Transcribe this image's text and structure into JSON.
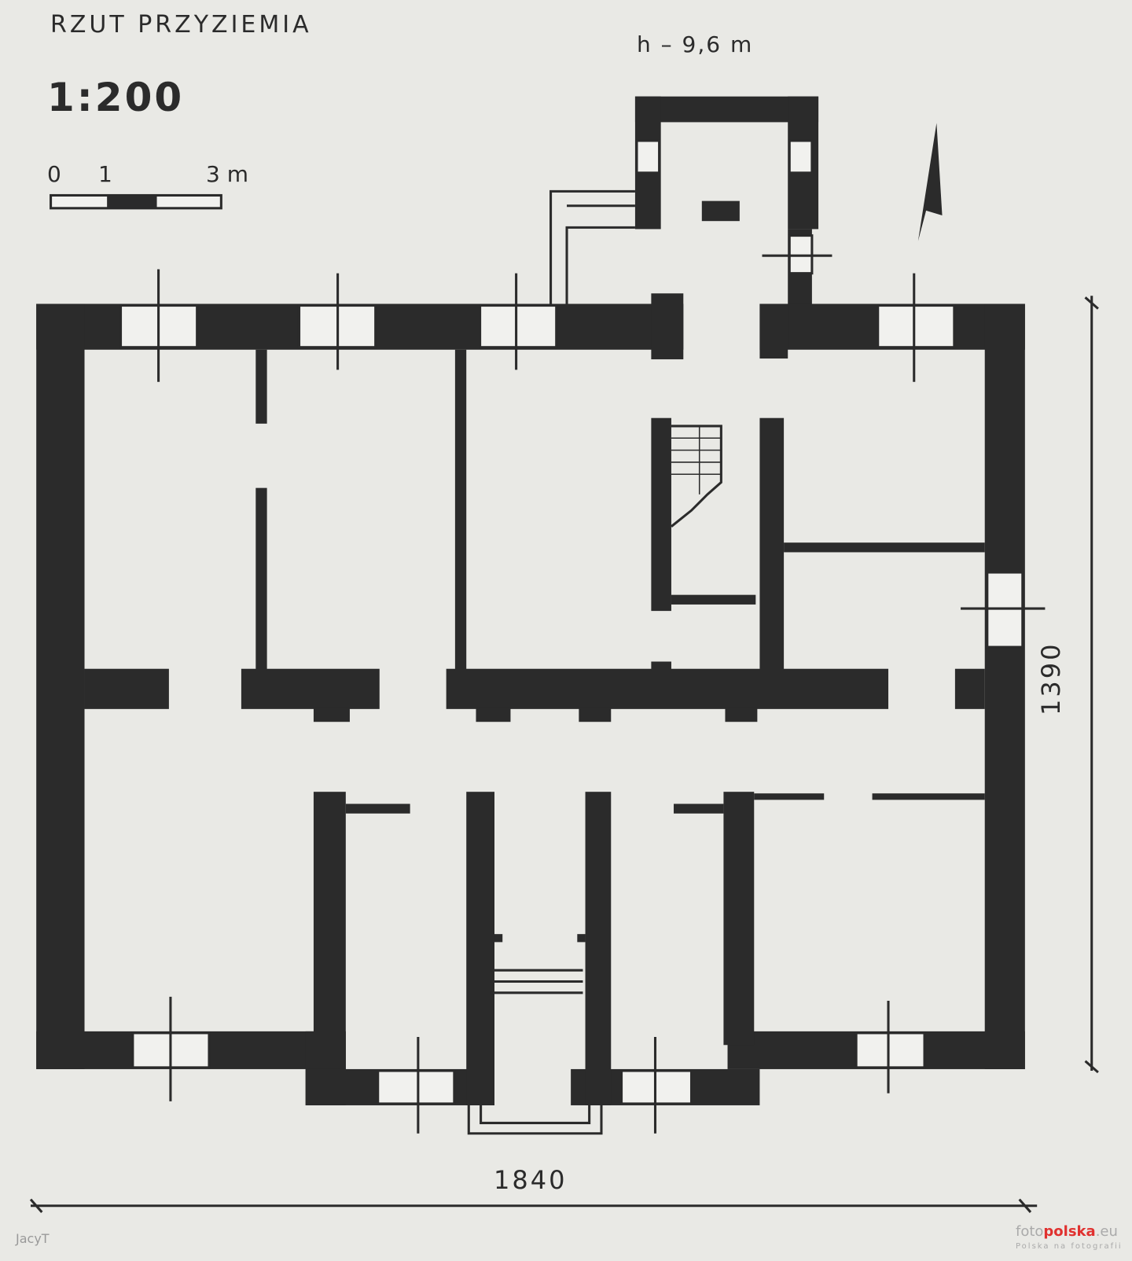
{
  "title": "RZUT PRZYZIEMIA",
  "scale": "1:200",
  "scale_bar": {
    "zero": "0",
    "one": "1",
    "three": "3 m"
  },
  "tower_height": "h – 9,6 m",
  "dimensions": {
    "width": "1840",
    "depth": "1390"
  },
  "credits": {
    "author": "JacyT",
    "site_prefix": "foto",
    "site_brand": "polska",
    "site_suffix": ".eu",
    "tagline": "Polska na fotografii"
  },
  "colors": {
    "wall": "#2b2b2b",
    "paper": "#e9e9e5",
    "brand": "#e0312f"
  }
}
